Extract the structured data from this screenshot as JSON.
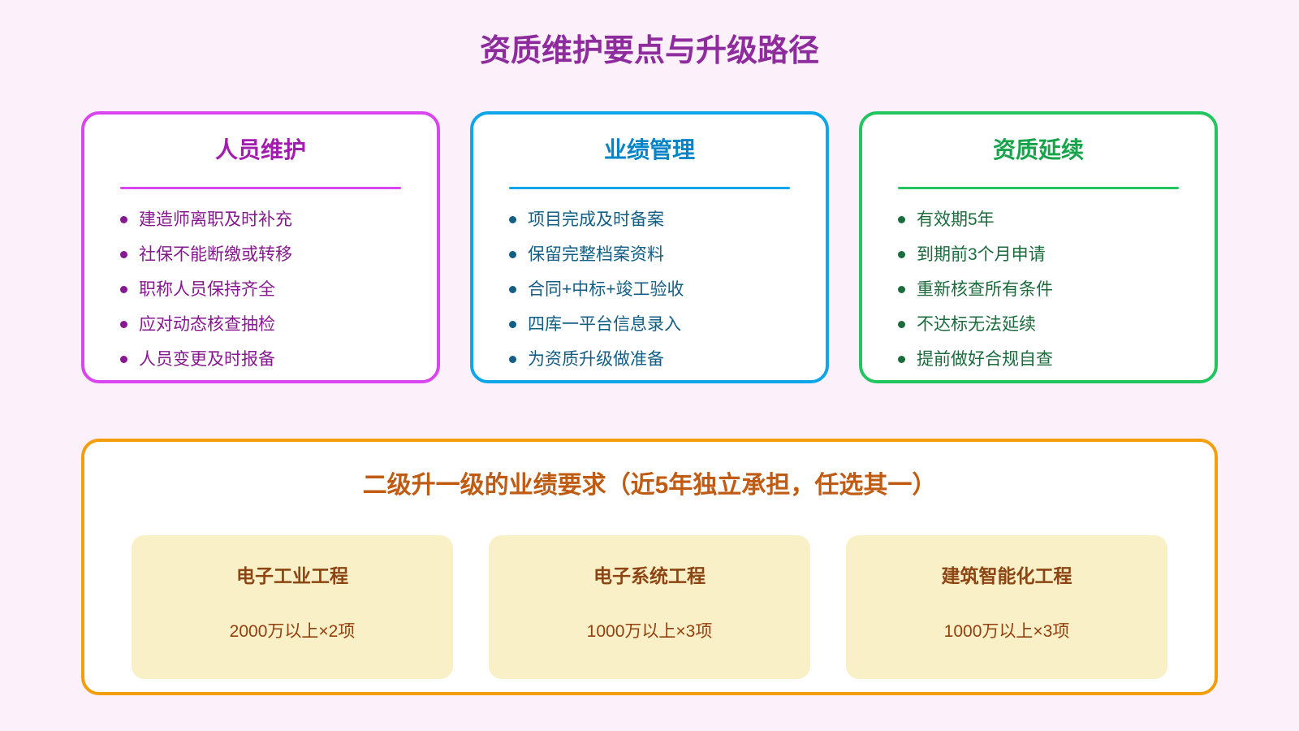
{
  "page_title": "资质维护要点与升级路径",
  "colors": {
    "page_background": "#fcf0fa",
    "card_background": "#ffffff",
    "personnel_accent": "#d946ef",
    "personnel_title": "#a21caf",
    "personnel_text": "#86198f",
    "performance_accent": "#0ea5e9",
    "performance_title": "#0284c7",
    "performance_text": "#135e85",
    "renewal_accent": "#22c55e",
    "renewal_title": "#16a34a",
    "renewal_text": "#1b6b3c",
    "upgrade_accent": "#f59e0b",
    "upgrade_title_text": "#bf5b12",
    "option_background": "#faf0c8",
    "option_text": "#92400e"
  },
  "cards": [
    {
      "id": "personnel",
      "title": "人员维护",
      "items": [
        "建造师离职及时补充",
        "社保不能断缴或转移",
        "职称人员保持齐全",
        "应对动态核查抽检",
        "人员变更及时报备"
      ]
    },
    {
      "id": "performance",
      "title": "业绩管理",
      "items": [
        "项目完成及时备案",
        "保留完整档案资料",
        "合同+中标+竣工验收",
        "四库一平台信息录入",
        "为资质升级做准备"
      ]
    },
    {
      "id": "renewal",
      "title": "资质延续",
      "items": [
        "有效期5年",
        "到期前3个月申请",
        "重新核查所有条件",
        "不达标无法延续",
        "提前做好合规自查"
      ]
    }
  ],
  "upgrade": {
    "title": "二级升一级的业绩要求（近5年独立承担，任选其一）",
    "options": [
      {
        "name": "电子工业工程",
        "requirement": "2000万以上×2项"
      },
      {
        "name": "电子系统工程",
        "requirement": "1000万以上×3项"
      },
      {
        "name": "建筑智能化工程",
        "requirement": "1000万以上×3项"
      }
    ]
  }
}
